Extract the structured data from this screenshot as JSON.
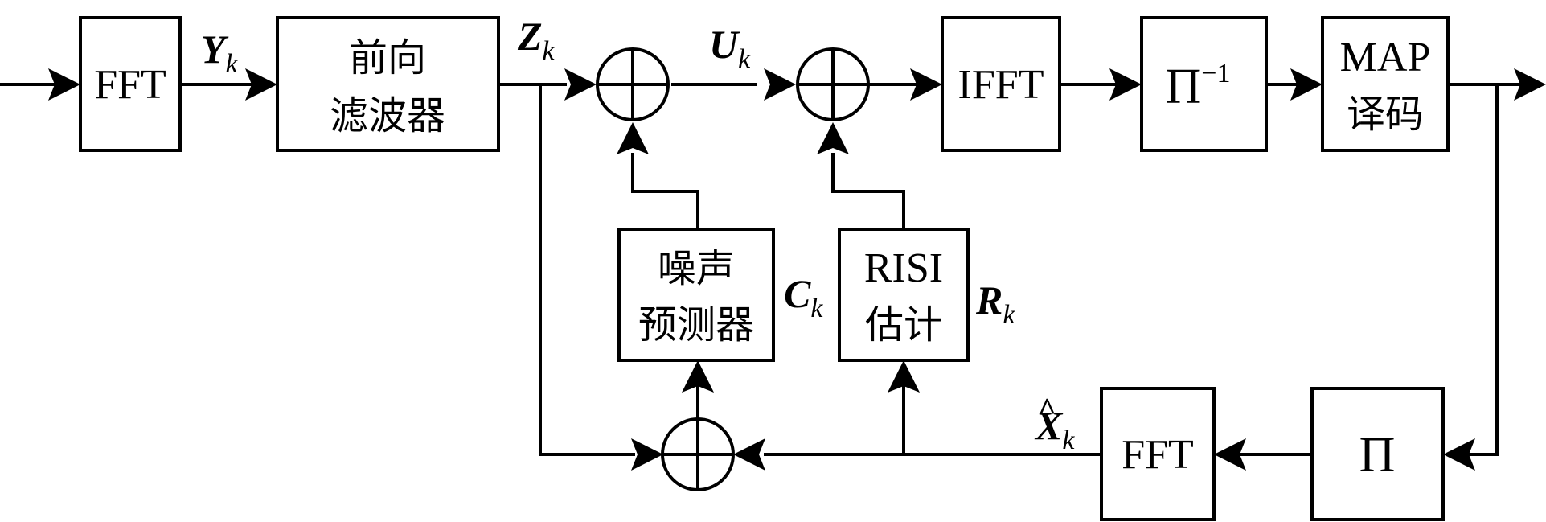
{
  "blocks": {
    "fft_in": "FFT",
    "forward_filter": [
      "前向",
      "滤波器"
    ],
    "ifft": "IFFT",
    "interleave_inverse": {
      "base": "Π",
      "sup": "−1"
    },
    "map_decoder": [
      "MAP",
      "译码"
    ],
    "interleaver": "Π",
    "fft_feedback": "FFT",
    "noise_predictor": [
      "噪声",
      "预测器"
    ],
    "risi_estimator": [
      "RISI",
      "估计"
    ]
  },
  "signals": {
    "y": {
      "main": "Y",
      "sub": "k"
    },
    "z": {
      "main": "Z",
      "sub": "k"
    },
    "u": {
      "main": "U",
      "sub": "k"
    },
    "c": {
      "main": "C",
      "sub": "k"
    },
    "r": {
      "main": "R",
      "sub": "k"
    },
    "xhat": {
      "main": "X",
      "hat": "^",
      "sub": "k"
    }
  }
}
